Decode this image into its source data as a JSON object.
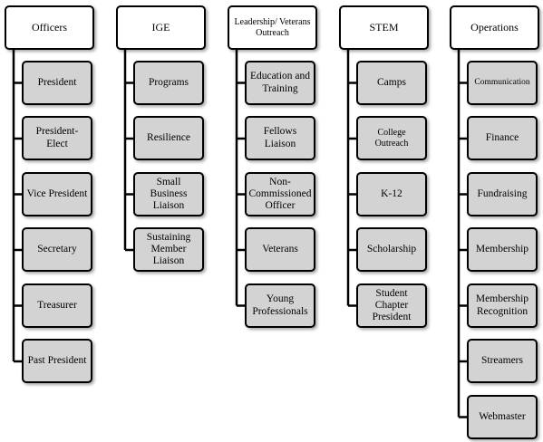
{
  "diagram": {
    "columns": [
      {
        "head": "Officers",
        "children": [
          "President",
          "President-Elect",
          "Vice President",
          "Secretary",
          "Treasurer",
          "Past President"
        ]
      },
      {
        "head": "IGE",
        "children": [
          "Programs",
          "Resilience",
          "Small Business Liaison",
          "Sustaining Member Liaison"
        ]
      },
      {
        "head": "Leadership/ Veterans Outreach",
        "children": [
          "Education and Training",
          "Fellows Liaison",
          "Non-Commissioned Officer",
          "Veterans",
          "Young Professionals"
        ]
      },
      {
        "head": "STEM",
        "children": [
          "Camps",
          "College Outreach",
          "K-12",
          "Scholarship",
          "Student Chapter President"
        ]
      },
      {
        "head": "Operations",
        "children": [
          "Communication",
          "Finance",
          "Fundraising",
          "Membership",
          "Membership Recognition",
          "Streamers",
          "Webmaster"
        ]
      }
    ],
    "colors": {
      "head_fill": "#ffffff",
      "child_fill": "#d3d3d3",
      "border": "#000000",
      "connector": "#000000"
    }
  }
}
